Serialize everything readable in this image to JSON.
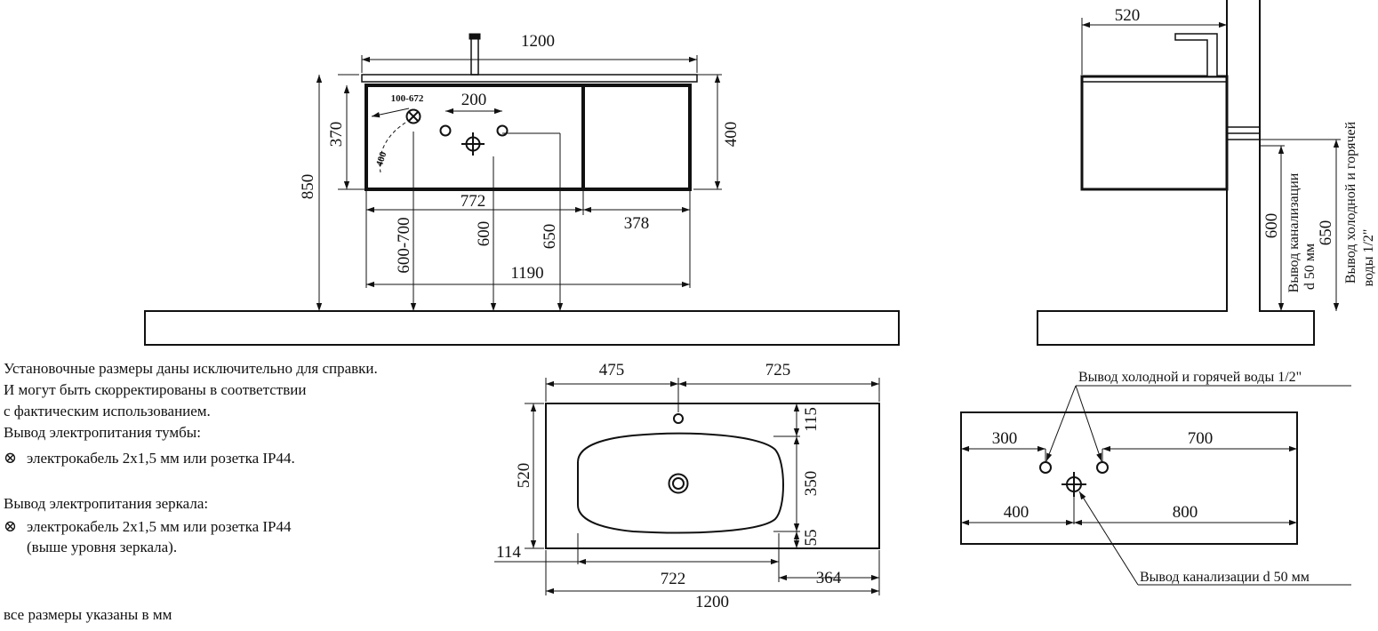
{
  "front_view": {
    "width_total": "1200",
    "height_total": "850",
    "cabinet_height": "370",
    "countertop_height": "400",
    "socket_range": "100-672",
    "socket_offset": "400",
    "hole_spacing": "200",
    "drawer_width": "772",
    "door_width": "378",
    "cabinet_width": "1190",
    "power_height": "600-700",
    "drain_height": "600",
    "water_height": "650"
  },
  "side_view": {
    "depth": "520",
    "drain_height": "600",
    "drain_label": "Вывод канализации",
    "drain_diameter": "d 50 мм",
    "water_height": "650",
    "water_label": "Вывод холодной и горячей",
    "water_size": "воды 1/2\""
  },
  "notes": {
    "lines": [
      "Установочные размеры даны исключительно для справки.",
      "И могут быть скорректированы в соответствии",
      "с фактическим использованием.",
      "Вывод электропитания тумбы:"
    ],
    "cabinet_power": "электрокабель 2х1,5 мм или розетка IP44.",
    "mirror_title": "Вывод электропитания зеркала:",
    "mirror_power_1": "электрокабель 2х1,5 мм или розетка IP44",
    "mirror_power_2": "(выше уровня зеркала).",
    "units_note": "все размеры указаны в мм",
    "socket_icon": "⊗"
  },
  "basin_top_view": {
    "left_offset": "475",
    "right_offset": "725",
    "depth": "520",
    "front_edge": "115",
    "bowl_depth": "350",
    "back_edge": "55",
    "side_offset": "114",
    "bowl_width": "722",
    "right_margin": "364",
    "total_width": "1200"
  },
  "wall_view": {
    "water_label": "Вывод холодной и горячей воды 1/2\"",
    "left_water": "300",
    "right_water": "700",
    "left_drain": "400",
    "right_drain": "800",
    "drain_label": "Вывод канализации d 50 мм"
  }
}
